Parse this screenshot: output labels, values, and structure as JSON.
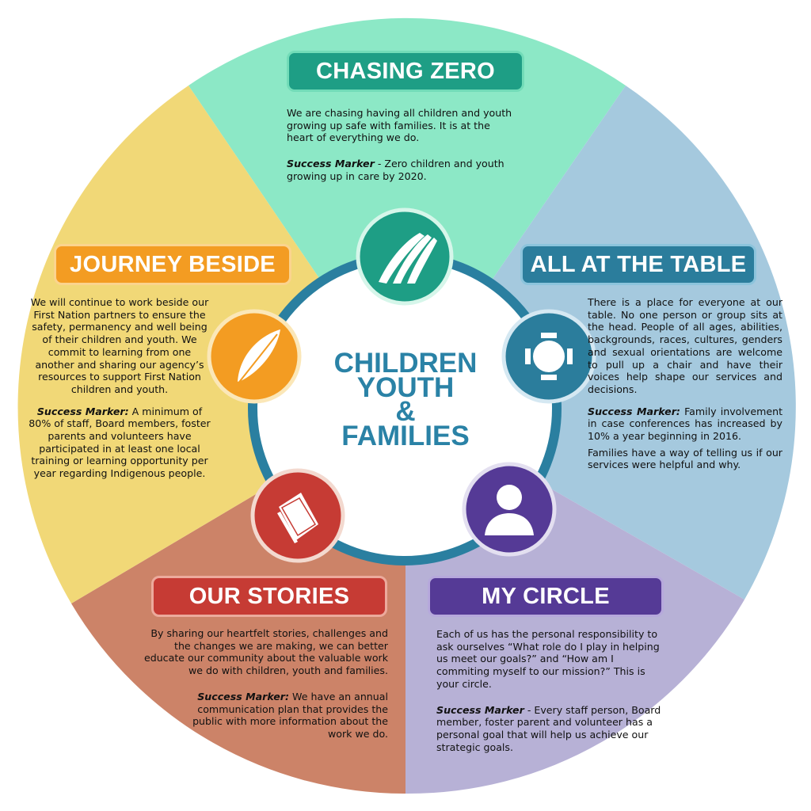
{
  "center": {
    "line1": "CHILDREN",
    "line2": "YOUTH",
    "line3": "&",
    "line4": "FAMILIES"
  },
  "colors": {
    "chasing_zero_bg": "#8ce8c6",
    "chasing_zero_accent": "#1e9e85",
    "all_at_table_bg": "#a5c9de",
    "all_at_table_accent": "#2b7d9c",
    "my_circle_bg": "#b7b1d6",
    "my_circle_accent": "#553a96",
    "our_stories_bg": "#cc8368",
    "our_stories_accent": "#c63b34",
    "journey_beside_bg": "#f1d877",
    "journey_beside_accent": "#f39c22",
    "ring": "#2a7fa0"
  },
  "sections": {
    "chasing_zero": {
      "title": "CHASING ZERO",
      "icon": "road-icon",
      "body": "We are chasing having all children and youth growing up safe with families. It is at the heart of everything we do.",
      "success_label": "Success Marker",
      "success_text": " - Zero children and youth growing up in care by 2020."
    },
    "all_at_the_table": {
      "title": "ALL AT THE TABLE",
      "icon": "table-icon",
      "body": "There is a place for everyone at our table. No one person or group sits at the head. People of all ages, abilities, backgrounds, races, cultures, genders and sexual orientations are welcome to pull up a chair and have their voices help shape our services and decisions.",
      "success_label": "Success Marker:",
      "success_text": " Family involvement in case conferences has increased by 10% a year beginning in 2016.",
      "extra": "Families have a way of telling us if our services were helpful and why."
    },
    "my_circle": {
      "title": "MY CIRCLE",
      "icon": "person-icon",
      "body": "Each of us has the personal responsibility to ask ourselves “What role do I play in helping us meet our goals?” and “How am I commiting myself to our mission?” This is your circle.",
      "success_label": "Success Marker",
      "success_text": " - Every staff person, Board member, foster parent and volunteer has a personal goal that will help us achieve our strategic goals."
    },
    "our_stories": {
      "title": "OUR STORIES",
      "icon": "book-icon",
      "body": "By sharing our heartfelt stories, challenges and the changes we are making, we can better educate our community about the valuable work we do with children, youth and families.",
      "success_label": "Success Marker:",
      "success_text": " We have an annual communication plan that provides the public with more information about the work we do."
    },
    "journey_beside": {
      "title": "JOURNEY BESIDE",
      "icon": "feather-icon",
      "body": "We will continue to work beside our First Nation partners to ensure the safety, permanency and well being of their children and youth. We commit to learning from one another and sharing our agency’s resources to support First Nation children and youth.",
      "success_label": "Success Marker:",
      "success_text": " A minimum of 80% of staff, Board members, foster parents and volunteers have participated in at least one local training or learning opportunity per year regarding Indigenous people."
    }
  }
}
